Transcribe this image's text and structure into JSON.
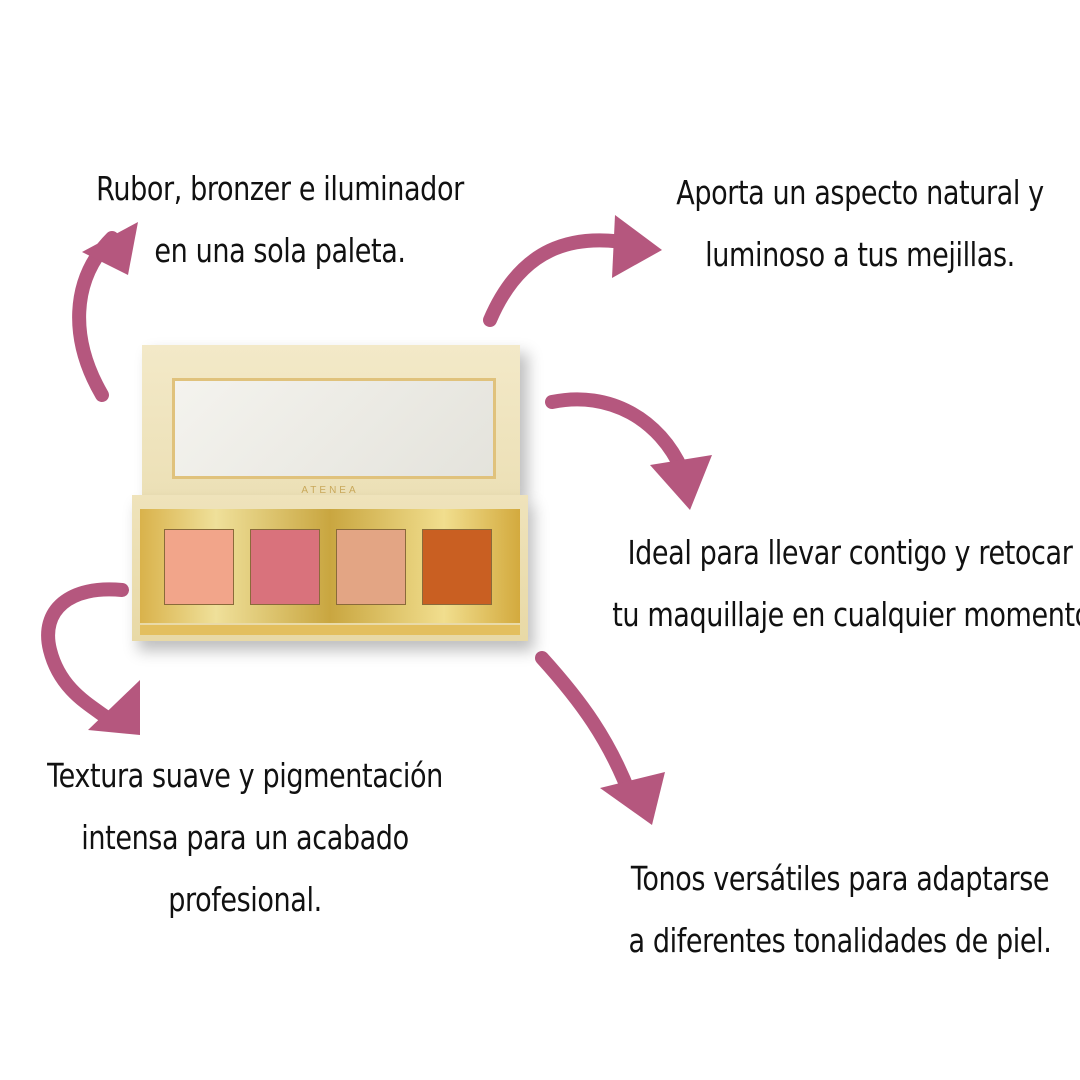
{
  "colors": {
    "arrow": "#b5577e",
    "text": "#111111"
  },
  "product": {
    "brand": "ATENEA",
    "shades": [
      "#f2a58a",
      "#d9727c",
      "#e3a584",
      "#c95f22"
    ]
  },
  "callouts": [
    {
      "lines": [
        "Rubor, bronzer e iluminador",
        "en una sola paleta."
      ]
    },
    {
      "lines": [
        "Aporta un aspecto natural y",
        "luminoso a tus mejillas."
      ]
    },
    {
      "lines": [
        "Ideal para llevar contigo y retocar",
        "tu maquillaje en cualquier momento."
      ]
    },
    {
      "lines": [
        "Textura suave y pigmentación",
        "intensa para un acabado",
        "profesional."
      ]
    },
    {
      "lines": [
        "Tonos versátiles para adaptarse",
        "a diferentes tonalidades de piel."
      ]
    }
  ]
}
